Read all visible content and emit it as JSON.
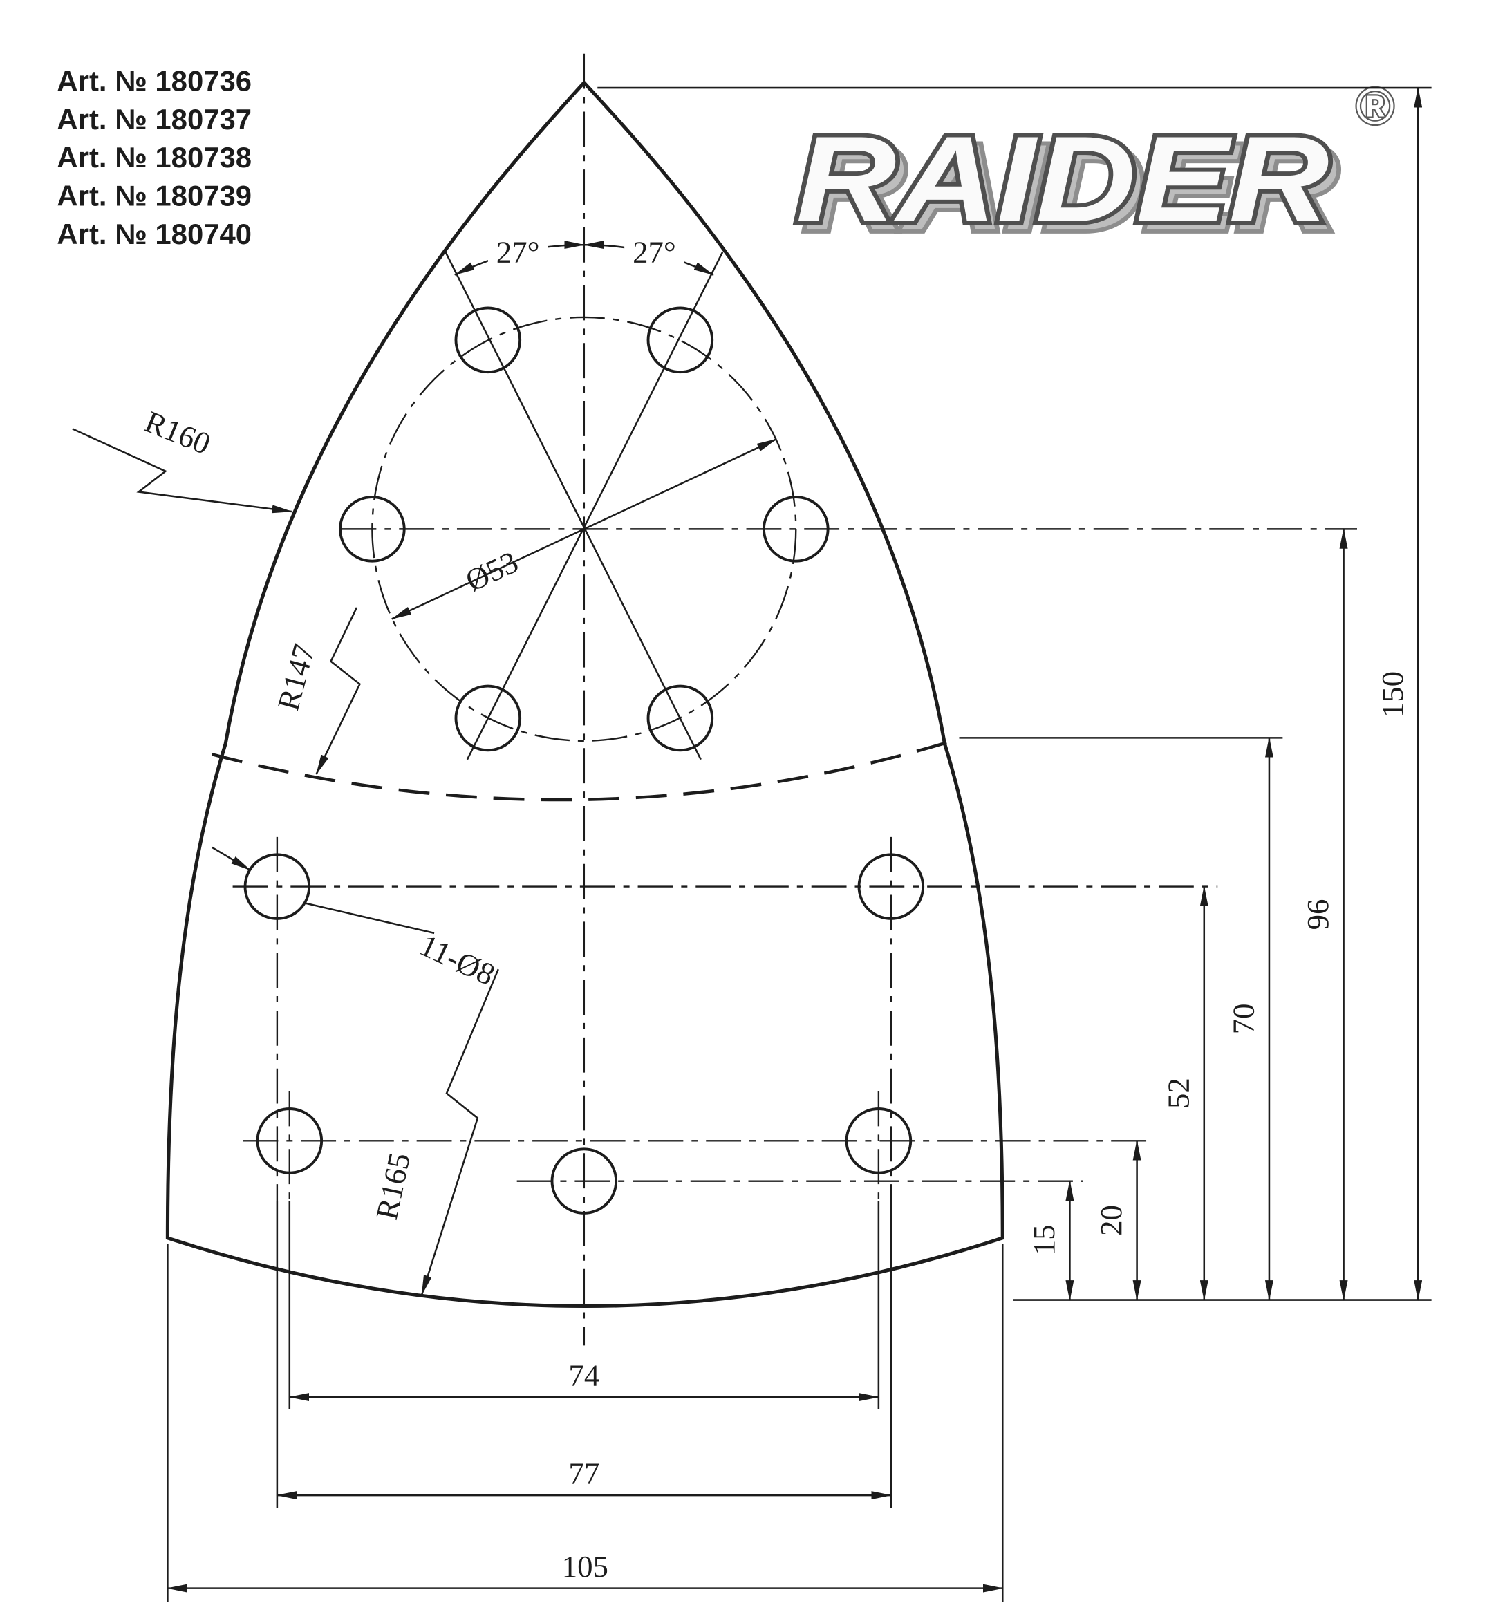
{
  "art": {
    "items": [
      "Art. № 180736",
      "Art. № 180737",
      "Art. № 180738",
      "Art. № 180739",
      "Art. № 180740"
    ]
  },
  "logo": {
    "text": "RAIDER",
    "registered_mark": "®"
  },
  "dims": {
    "angle_left": "27°",
    "angle_right": "27°",
    "r160": "R160",
    "r147": "R147",
    "r165": "R165",
    "dia53": "Ø53",
    "holes_callout": "11-Ø8",
    "v150": "150",
    "v96": "96",
    "v70": "70",
    "v52": "52",
    "v20": "20",
    "v15": "15",
    "h74": "74",
    "h77": "77",
    "h105": "105"
  },
  "colors": {
    "ink": "#1c1c1c",
    "background": "#ffffff",
    "logo_fill": "#fafafa",
    "logo_outline": "#4f4f4f",
    "logo_shadow": "#bdbdbd"
  }
}
